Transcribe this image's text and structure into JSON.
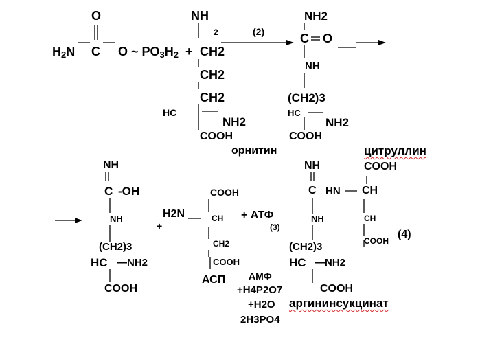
{
  "colors": {
    "text": "#000000",
    "background": "#ffffff",
    "spellcheck_underline": "#d32626"
  },
  "carbamoyl_phosphate": {
    "o": "O",
    "h": "H",
    "n2": "2",
    "n": "N",
    "c": "C",
    "o_tilde": "O ~",
    "po": "PO",
    "po_sub": "3",
    "h_after": "H",
    "h_sub": "2",
    "plus": "+"
  },
  "ornithine": {
    "nh": "NH",
    "sub2": "2",
    "ch2_a": "CH2",
    "ch2_b": "CH2",
    "ch2_c": "CH2",
    "hc": "HC",
    "nh2": "NH2",
    "cooh": "COOH",
    "name": "орнитин"
  },
  "step_labels": {
    "step2": "(2)",
    "step3": "(3)",
    "step4": "(4)"
  },
  "citrulline": {
    "nh2_top": "NH2",
    "c": "C",
    "eq_o": "=O",
    "nh": "NH",
    "ch2_3": "(CH2)3",
    "hc": "HC",
    "nh2": "NH2",
    "cooh": "COOH",
    "name": "цитруллин"
  },
  "citrulline_copy": {
    "nh": "NH",
    "eq": "=",
    "c": "C",
    "oh": "-OH",
    "nh_mid": "NH",
    "ch2_3": "(CH2)3",
    "hc": "HC",
    "nh2": "—NH2",
    "cooh": "COOH"
  },
  "aspartate": {
    "plus": "+",
    "h2n": "H2N",
    "cooh_top": "COOH",
    "ch": "CH",
    "ch2": "CH2",
    "cooh_bottom": "COOH",
    "name": "АСП"
  },
  "atp": {
    "label": "+ АТФ"
  },
  "byproducts": {
    "amp": "АМФ",
    "ppi": "+H4P2O7",
    "water": "+H2O",
    "phosphate": "2H3PO4"
  },
  "argininosuccinate": {
    "cooh_top": "COOH",
    "nh": "NH",
    "c": "C",
    "hn": "HN",
    "ch": "CH",
    "nh_mid": "NH",
    "ch_small": "CH",
    "cooh_small": "COOH",
    "ch2_3": "(CH2)3",
    "hc": "HC",
    "nh2": "—NH2",
    "cooh": "COOH",
    "name": "аргининсукцинат"
  }
}
